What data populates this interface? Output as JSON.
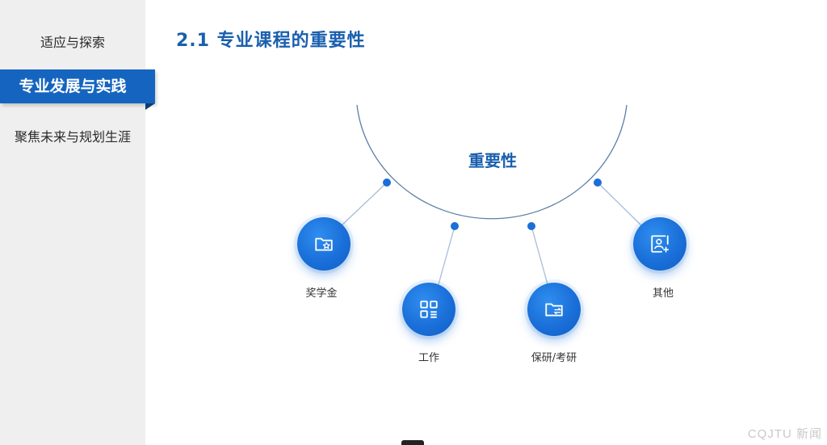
{
  "sidebar": {
    "items": [
      {
        "label": "适应与探索",
        "active": false
      },
      {
        "label": "专业发展与实践",
        "active": true
      },
      {
        "label": "聚焦未来与规划生涯",
        "active": false
      }
    ]
  },
  "main": {
    "title": "2.1 专业课程的重要性",
    "diagram": {
      "center_label": "重要性",
      "nodes": [
        {
          "label": "奖学金",
          "icon": "folder-star-icon"
        },
        {
          "label": "工作",
          "icon": "grid-list-icon"
        },
        {
          "label": "保研/考研",
          "icon": "folder-swap-icon"
        },
        {
          "label": "其他",
          "icon": "user-image-icon"
        }
      ]
    }
  },
  "watermark": "CQJTU 新闻",
  "colors": {
    "accent": "#1565c0",
    "title": "#1a5fae",
    "node": "#1a6fd8",
    "sidebar_bg": "#efefef"
  }
}
